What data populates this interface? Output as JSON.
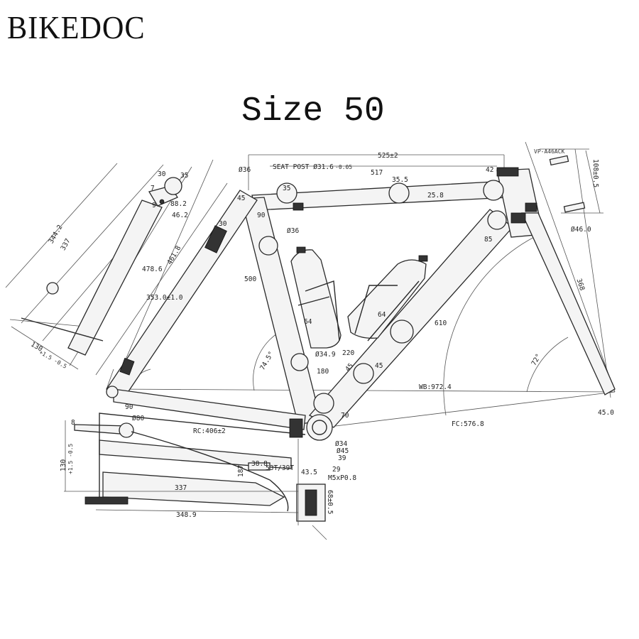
{
  "header": {
    "brand": "BIKEDOC"
  },
  "title": "Size 50",
  "dimensions": {
    "top_tube_len": "525±2",
    "seatpost": "SEAT POST Ø31.6",
    "seatpost_tol": "-0.05",
    "tt_517": "517",
    "d35_5": "35.5",
    "d35": "35",
    "d25_8": "25.8",
    "d36_top": "Ø36",
    "d42": "42",
    "d45_tt": "45",
    "d90": "90",
    "d36_st": "Ø36",
    "d500": "500",
    "d478": "478.6",
    "d461": "461.8",
    "d353": "353.0±1.0",
    "d30": "30",
    "d344": "344.2",
    "d337": "337",
    "d7": "7",
    "d30b": "30",
    "d35b": "35",
    "d9": "9",
    "d88": "88.2",
    "d46": "46.2",
    "d130": "130",
    "d130_tol": "+1.5 -0.5",
    "d64a": "64",
    "d64b": "64",
    "d349": "Ø34.9",
    "d220": "220",
    "d180": "180",
    "d745": "74.5°",
    "d45_dt": "45",
    "d45_dt2": "45",
    "d610": "610",
    "d85": "85",
    "d72": "72°",
    "wb": "WB:972.4",
    "fc": "FC:576.8",
    "d45_0": "45.0",
    "d70": "70",
    "rc": "RC:406±2",
    "d90_cs": "90",
    "d80": "Ø80",
    "hs_model": "VP-A46ACK",
    "hs_ht": "108±0.5",
    "hs_d46": "Ø46.0",
    "d368": "368",
    "d34": "Ø34",
    "d45_bb": "Ø45",
    "d39": "39",
    "d38_8": "38.8",
    "chainring": "53T/39T",
    "d43_5": "43.5",
    "d29": "29",
    "m5": "M5xP0.8",
    "d68": "68±0.5",
    "d337_cs": "337",
    "d348": "348.9",
    "d130_left": "130",
    "d130_left_tol": "+1.5 -0.5",
    "d8": "8",
    "d187": "187"
  }
}
